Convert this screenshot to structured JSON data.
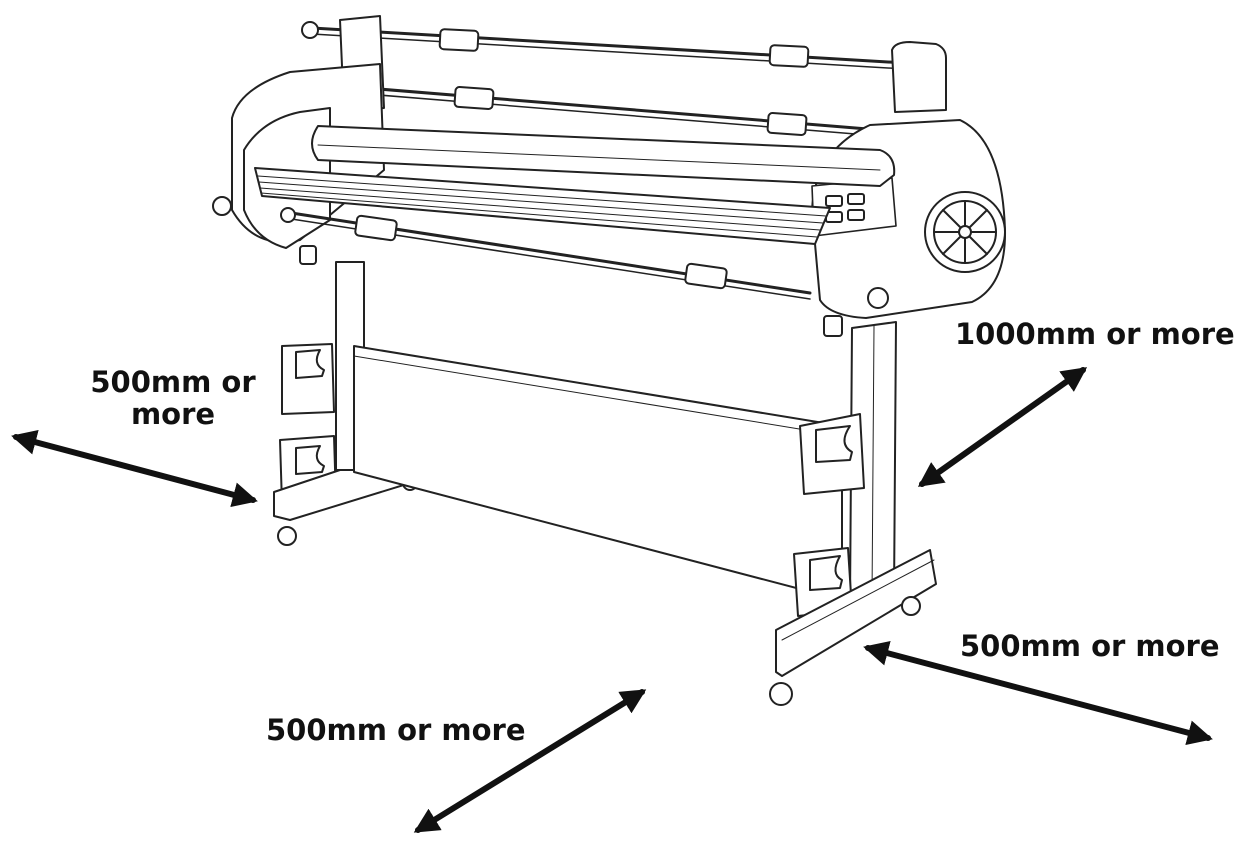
{
  "labels": {
    "left": "500mm or more",
    "back": "1000mm or more",
    "right": "500mm or more",
    "front": "500mm or more"
  },
  "colors": {
    "line": "#222222",
    "arrow": "#111111",
    "fill": "#ffffff"
  }
}
